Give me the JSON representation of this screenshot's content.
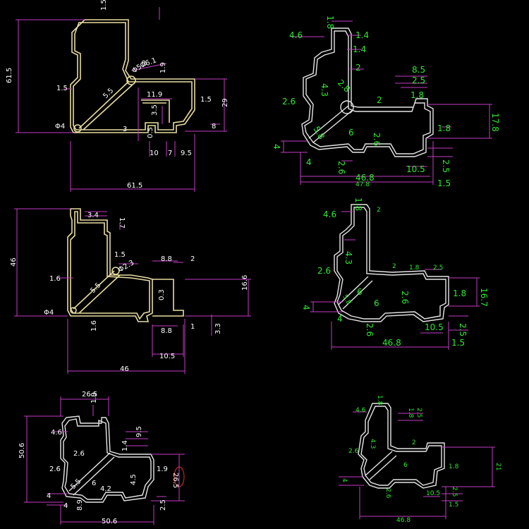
{
  "drawings": {
    "p1": {
      "labels": [
        "1.5",
        "61.5",
        "1.5",
        "Φ5.2",
        "Φ6.1",
        "1.9",
        "5.5",
        "11.9",
        "1.5",
        "29",
        "3.5",
        "8",
        "3",
        "Φ4",
        "0.5",
        "10",
        "7",
        "9.5",
        "61.5"
      ]
    },
    "p2": {
      "labels": [
        "1.8",
        "4.6",
        "1.4",
        "1.4",
        "2",
        "4.3",
        "2.8",
        "8.5",
        "2.5",
        "1.8",
        "2.6",
        "2",
        "17.8",
        "6",
        "2.6",
        "1.8",
        "5.8",
        "4",
        "4",
        "2.6",
        "10.5",
        "2.5",
        "46.8",
        "47.8",
        "1.5"
      ]
    },
    "p3": {
      "labels": [
        "3.4",
        "1.7",
        "46",
        "1.5",
        "8.8",
        "2",
        "Φ2.3",
        "1.6",
        "5.5",
        "16.6",
        "0.3",
        "Φ4",
        "1.6",
        "8.8",
        "1",
        "3.3",
        "10.5",
        "46"
      ]
    },
    "p4": {
      "labels": [
        "1.8",
        "2",
        "4.6",
        "4.3",
        "2.6",
        "2",
        "1.8",
        "2.5",
        "6",
        "2.6",
        "1.8",
        "16.7",
        "4",
        "5.8",
        "6",
        "4",
        "2.6",
        "10.5",
        "2.5",
        "46.8",
        "1.5"
      ]
    },
    "p5": {
      "labels": [
        "26.5",
        "1.9",
        "50.6",
        "4.6",
        "9.5",
        "2.6",
        "1.4",
        "2.6",
        "1.9",
        "6",
        "26.5",
        "4.5",
        "4",
        "4.2",
        "5.5",
        "4",
        "8.9",
        "2.5",
        "50.6"
      ]
    },
    "p6": {
      "labels": [
        "1.8",
        "4.6",
        "1.8",
        "2.5",
        "4.3",
        "2.6",
        "2",
        "1.8",
        "21",
        "6",
        "4",
        "2.6",
        "10.5",
        "2.5",
        "1.5",
        "46.8"
      ]
    }
  },
  "colors": {
    "profile_yellow": "#e8dca0",
    "profile_white": "#e6e6e6",
    "dimension": "#c43dc4",
    "dim_text_green": "#2ee82e",
    "dim_text_white": "#ffffff",
    "background": "#000000"
  }
}
